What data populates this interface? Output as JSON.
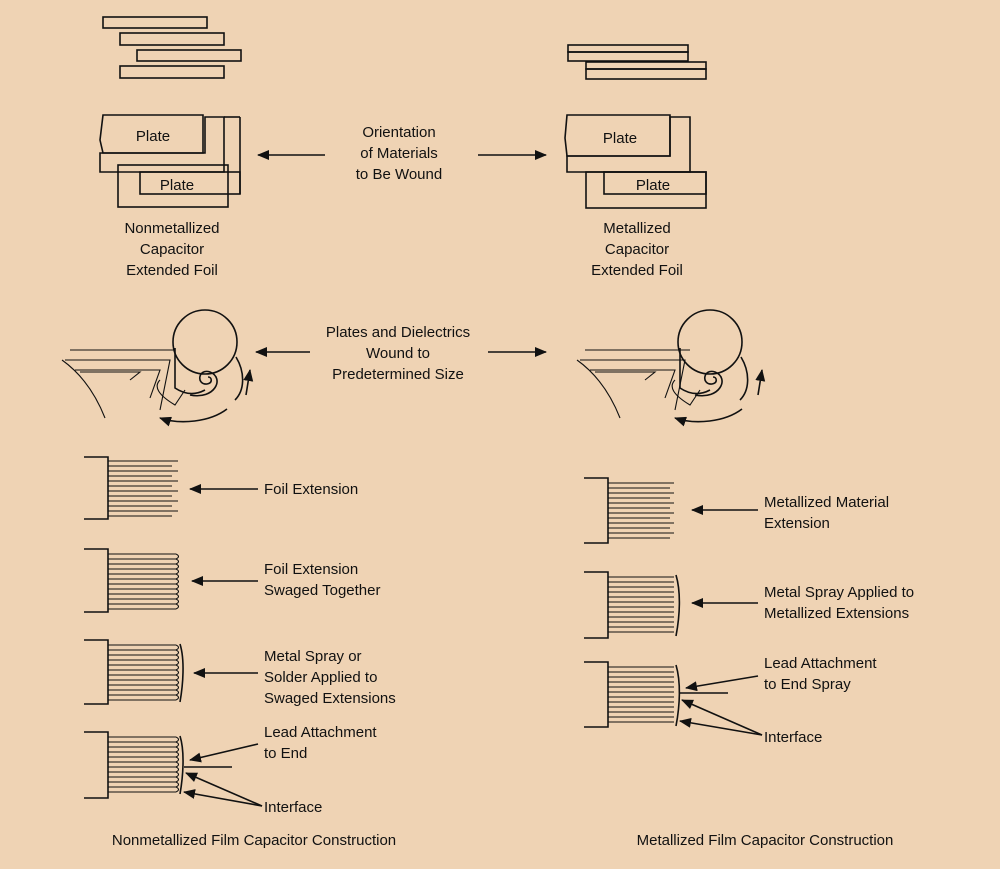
{
  "top": {
    "plate": "Plate",
    "center_label": [
      "Orientation",
      "of Materials",
      "to Be Wound"
    ],
    "left_caption": [
      "Nonmetallized",
      "Capacitor",
      "Extended Foil"
    ],
    "right_caption": [
      "Metallized",
      "Capacitor",
      "Extended Foil"
    ]
  },
  "winding": {
    "label": [
      "Plates and Dielectrics",
      "Wound to",
      "Predetermined Size"
    ]
  },
  "left_steps": {
    "foil_extension": "Foil Extension",
    "swaged": [
      "Foil Extension",
      "Swaged Together"
    ],
    "metal_spray": [
      "Metal Spray or",
      "Solder Applied to",
      "Swaged Extensions"
    ],
    "lead": [
      "Lead Attachment",
      "to End"
    ],
    "interface": "Interface",
    "title": "Nonmetallized Film Capacitor Construction"
  },
  "right_steps": {
    "material_extension": [
      "Metallized Material",
      "Extension"
    ],
    "metal_spray": [
      "Metal Spray Applied to",
      "Metallized Extensions"
    ],
    "lead": [
      "Lead Attachment",
      "to End Spray"
    ],
    "interface": "Interface",
    "title": "Metallized Film Capacitor Construction"
  },
  "colors": {
    "background": "#efd3b4",
    "ink": "#111111"
  }
}
